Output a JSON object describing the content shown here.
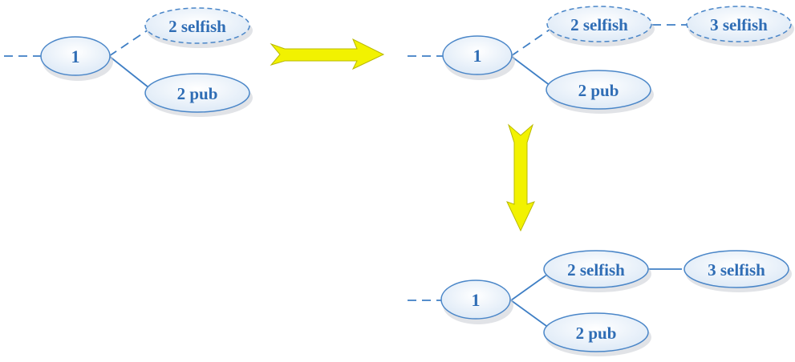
{
  "diagram": {
    "panel_a": {
      "node_1": "1",
      "node_2_selfish": "2 selfish",
      "node_2_pub": "2 pub"
    },
    "panel_b": {
      "node_1": "1",
      "node_2_selfish": "2 selfish",
      "node_3_selfish": "3 selfish",
      "node_2_pub": "2 pub"
    },
    "panel_c": {
      "node_1": "1",
      "node_2_selfish": "2 selfish",
      "node_3_selfish": "3 selfish",
      "node_2_pub": "2 pub"
    },
    "colors": {
      "node_text": "#2f6db5",
      "edge": "#3f7fc5",
      "arrow_fill": "#f2f200"
    }
  }
}
